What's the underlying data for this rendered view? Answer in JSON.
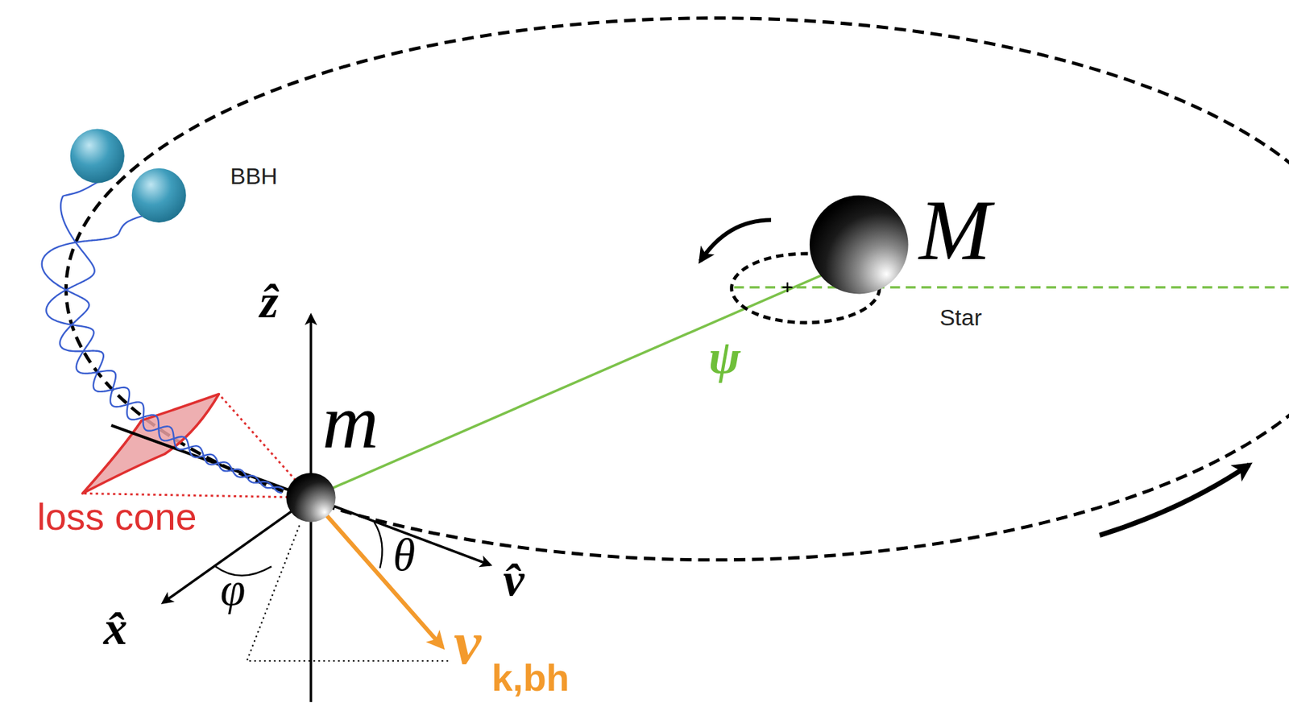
{
  "diagram": {
    "labels": [
      "BBH",
      "M",
      "Star",
      "ψ",
      "m",
      "ẑ",
      "x̂",
      "v̂",
      "φ",
      "θ",
      "v",
      "k,bh",
      "loss cone"
    ]
  }
}
